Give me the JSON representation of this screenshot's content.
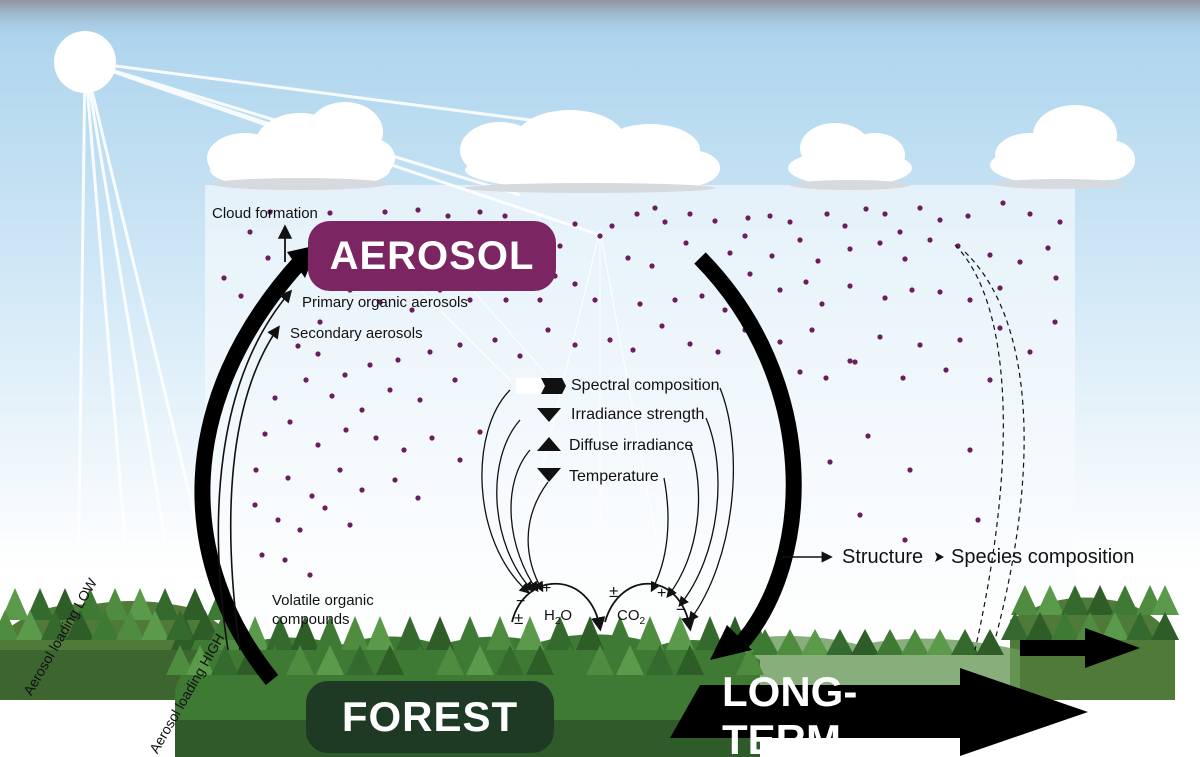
{
  "aerosol_badge": {
    "label": "AEROSOL",
    "color": "#7b2563"
  },
  "forest_badge": {
    "label": "FOREST",
    "color": "#1f3a24"
  },
  "longterm_label": "LONG-TERM",
  "labels": {
    "cloud_formation": "Cloud formation",
    "primary_organic": "Primary  organic aerosols",
    "secondary_aerosols": "Secondary aerosols",
    "voc_line1": "Volatile organic",
    "voc_line2": "compounds",
    "structure": "Structure",
    "species_composition": "Species composition",
    "aerosol_low": "Aerosol loading LOW",
    "aerosol_high": "Aerosol loading HIGH"
  },
  "legend": [
    {
      "icon": "right-arrow-icon",
      "label": "Spectral composition"
    },
    {
      "icon": "down-triangle-icon",
      "label": "Irradiance strength"
    },
    {
      "icon": "up-triangle-icon",
      "label": "Diffuse irradiance"
    },
    {
      "icon": "down-triangle-icon",
      "label": "Temperature"
    }
  ],
  "h2o": {
    "label": "H",
    "sub": "2",
    "tail": "O",
    "signs": [
      "−",
      "+",
      "±"
    ]
  },
  "co2": {
    "label": "CO",
    "sub": "2",
    "signs": [
      "±",
      "+",
      "−"
    ]
  },
  "colors": {
    "sky_top": "#b9dcf1",
    "sky_bottom": "#ffffff",
    "aerosol_dot": "#6b1d5c",
    "forest_dark": "#2f5b2a",
    "forest_mid": "#4e8a3e"
  }
}
